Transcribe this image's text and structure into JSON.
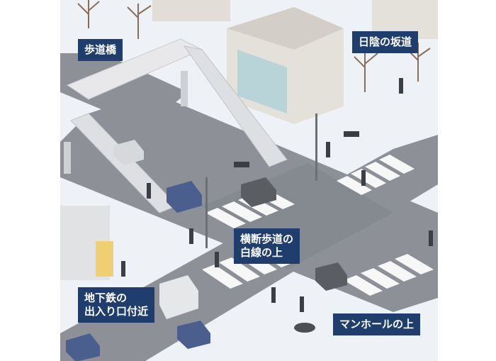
{
  "labels": {
    "pedestrian_bridge": "歩道橋",
    "shaded_slope": "日陰の坂道",
    "crosswalk_line1": "横断歩道の",
    "crosswalk_line2": "白線の上",
    "subway_line1": "地下鉄の",
    "subway_line2": "出入り口付近",
    "manhole": "マンホールの上"
  },
  "colors": {
    "label_bg": "#1f3e6d",
    "snow": "#f1f3f6",
    "road": "#8d9197",
    "crosswalk": "#f7f7f7",
    "building": "#e4e0da"
  }
}
